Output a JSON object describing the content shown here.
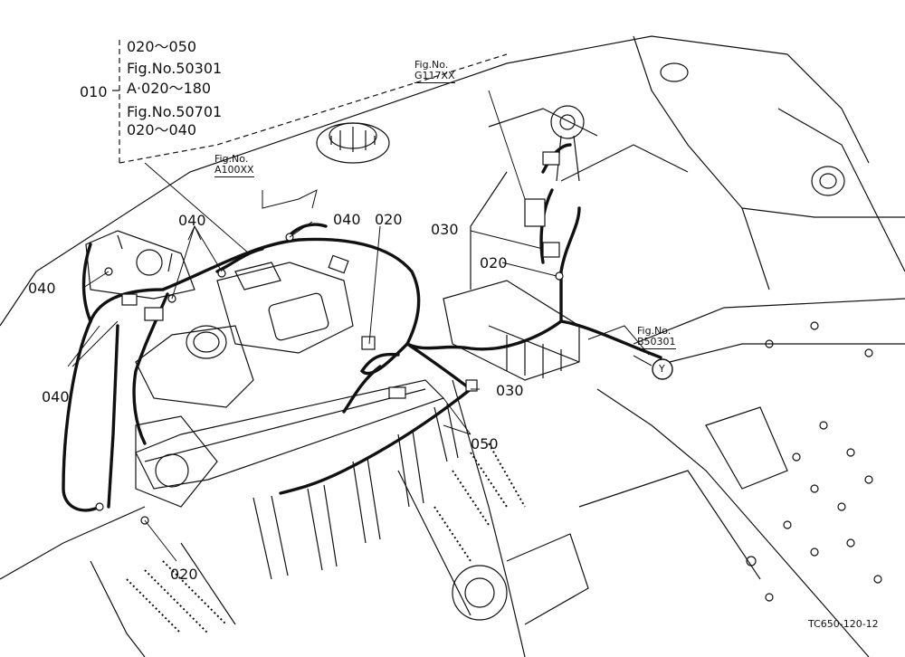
{
  "refs": {
    "r010": "010",
    "r020_top": "020",
    "r020_mid": "020",
    "r020_bottom": "020",
    "r030_top": "030",
    "r030_bottom": "030",
    "r040_a": "040",
    "r040_b": "040",
    "r040_c": "040",
    "r040_d": "040",
    "r050": "050"
  },
  "callout": {
    "line1": "020～050",
    "line2": "Fig.No.50301",
    "line3": "A·020～180",
    "line4": "Fig.No.50701",
    "line5": "020～040"
  },
  "figrefs": {
    "a100": {
      "top": "Fig.No.",
      "bottom": "A100XX"
    },
    "g117": {
      "top": "Fig.No.",
      "bottom": "G117XX"
    },
    "b503": {
      "top": "Fig.No.",
      "bottom": "B50301"
    }
  },
  "connector_letter": "Y",
  "drawing_code": "TC650-120-12"
}
